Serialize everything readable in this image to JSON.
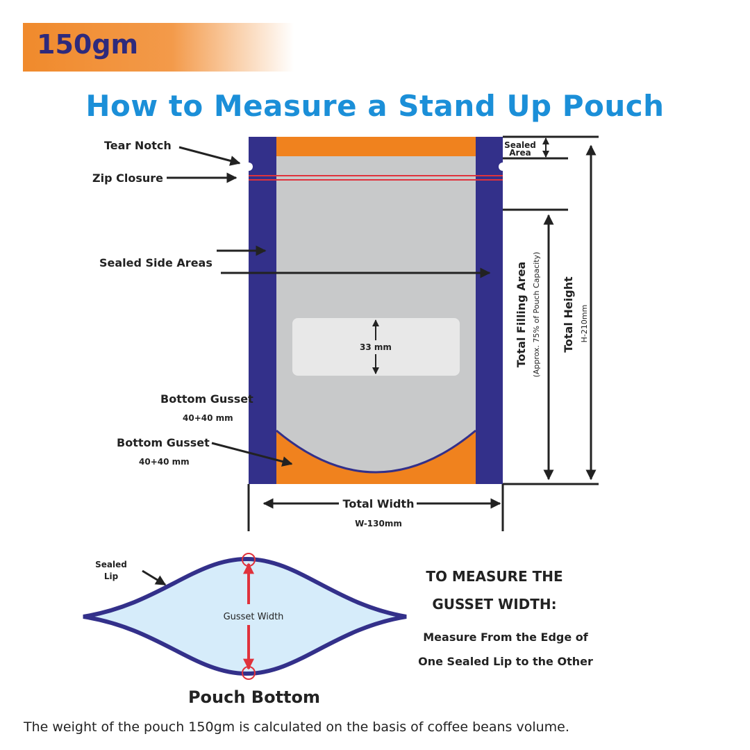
{
  "badge": {
    "label": "150gm",
    "color": "#f08a2c"
  },
  "title": "How to Measure a Stand Up Pouch",
  "colors": {
    "side_seal": "#33308a",
    "gusset": "#f0821e",
    "body": "#c8c9ca",
    "zip": "#e0323c",
    "title": "#1b8fd8"
  },
  "labels": {
    "tear_notch": "Tear Notch",
    "zip_closure": "Zip Closure",
    "sealed_side_areas": "Sealed Side Areas",
    "window_height": "33 mm",
    "bottom_gusset_1": "Bottom Gusset",
    "bottom_gusset_1_size": "40+40 mm",
    "bottom_gusset_2": "Bottom Gusset",
    "bottom_gusset_2_size": "40+40 mm",
    "sealed_area_line1": "Sealed",
    "sealed_area_line2": "Area",
    "total_filling_area": "Total Filling Area",
    "filling_note": "(Approx. 75% of Pouch Capacity)",
    "total_height": "Total Height",
    "height_value": "H-210mm",
    "total_width": "Total Width",
    "width_value": "W-130mm"
  },
  "bottom": {
    "sealed_lip_line1": "Sealed",
    "sealed_lip_line2": "Lip",
    "gusset_width": "Gusset Width",
    "caption": "Pouch Bottom",
    "heading_line1": "TO MEASURE THE",
    "heading_line2": "GUSSET WIDTH:",
    "instr_line1": "Measure From the Edge of",
    "instr_line2": "One Sealed Lip to the Other"
  },
  "footer": "The weight of the pouch 150gm is calculated on the basis of coffee beans volume."
}
